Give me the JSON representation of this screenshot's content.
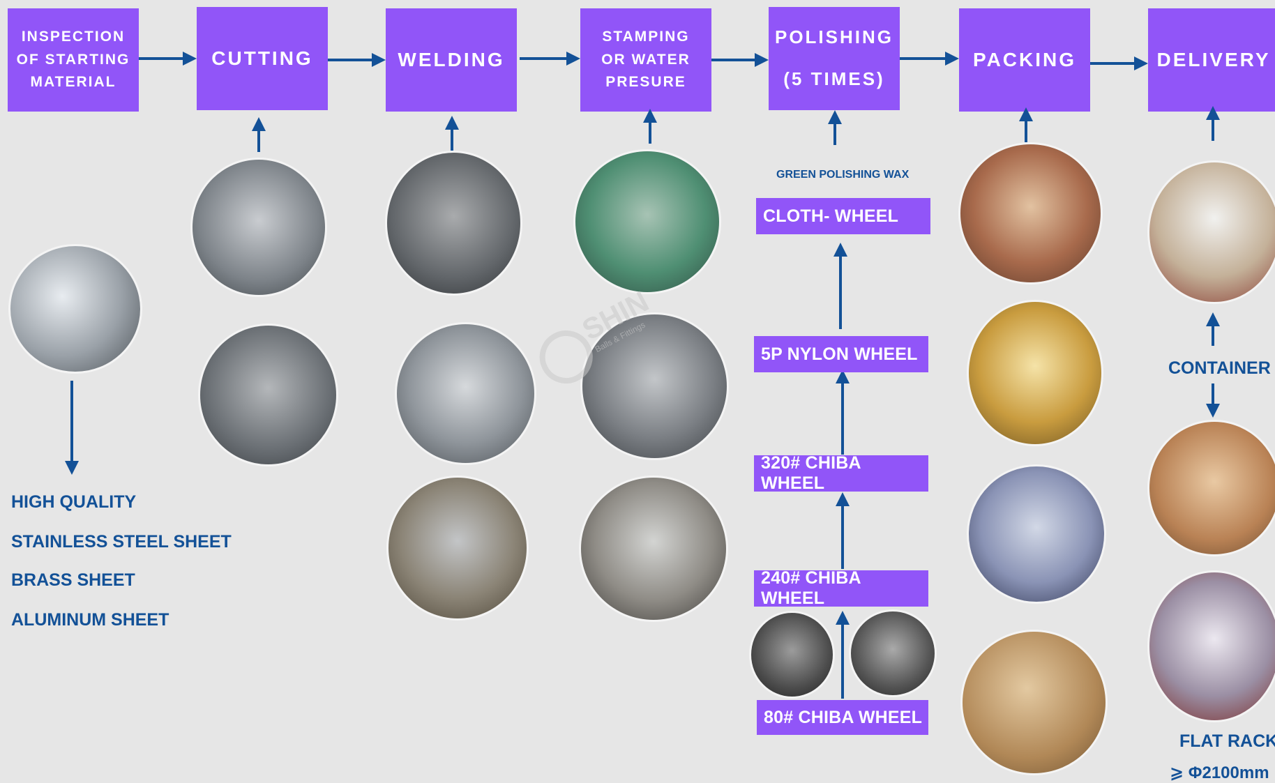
{
  "stages": [
    {
      "label": "INSPECTION\nOF STARTING\nMATERIAL"
    },
    {
      "label": "CUTTING"
    },
    {
      "label": "WELDING"
    },
    {
      "label": "STAMPING\nOR WATER\nPRESURE"
    },
    {
      "label": "POLISHING\n(5 TIMES)"
    },
    {
      "label": "PACKING"
    },
    {
      "label": "DELIVERY"
    }
  ],
  "materials": [
    "HIGH QUALITY",
    "STAINLESS STEEL SHEET",
    "BRASS SHEET",
    "ALUMINUM SHEET"
  ],
  "polishing": {
    "wax_label": "GREEN POLISHING WAX",
    "steps": [
      "CLOTH- WHEEL",
      "5P NYLON WHEEL",
      "320# CHIBA WHEEL",
      "240# CHIBA WHEEL",
      "80# CHIBA WHEEL"
    ]
  },
  "delivery": {
    "container_label": "CONTAINER",
    "flat_rack_label": "FLAT RACK",
    "size_note": "⩾ Φ2100mm"
  },
  "watermark": {
    "brand": "SHIN",
    "tagline": "Balls & Fittings"
  },
  "colors": {
    "stage_fill": "#9155f8",
    "arrow_blue": "#135197",
    "background": "#e6e6e6"
  }
}
